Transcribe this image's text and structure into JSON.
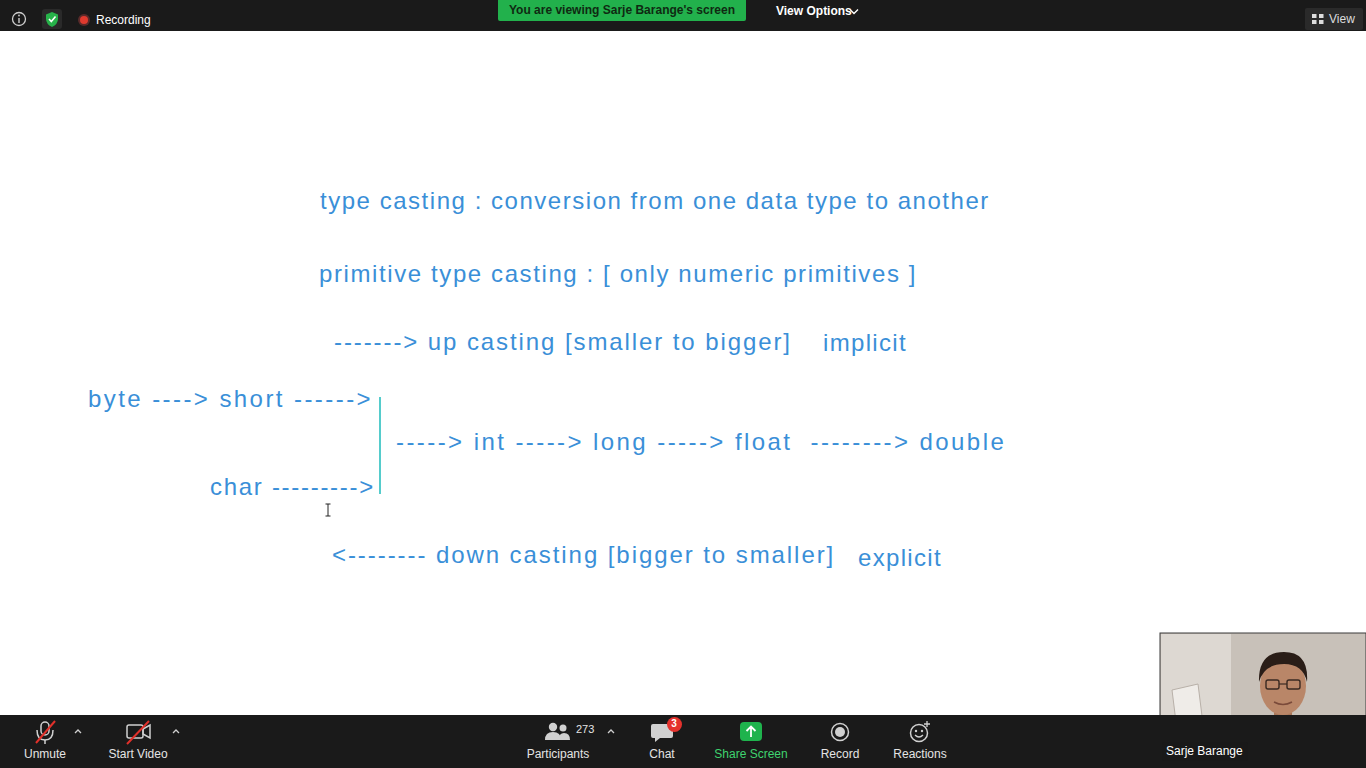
{
  "diagram": {
    "nodes": [
      {
        "text": [
          "You are viewing Sarje Barange's screen"
        ]
      },
      {
        "text": [
          "View"
        ]
      },
      {
        "text": [
          "3"
        ]
      },
      {
        "text": [
          "Sarje Barange"
        ]
      }
    ],
    "labels": [
      "Recording",
      "View Options",
      "type casting : conversion from one data type to another",
      "primitive type casting : [ only numeric primitives ]",
      "-------> up casting [smaller to bigger]",
      "implicit",
      "byte ----> short ------>",
      "-----> int -----> long -----> float  --------> double",
      "char --------->",
      "<-------- down casting [bigger to smaller]",
      "explicit",
      "Unmute",
      "Start Video",
      "273",
      "Participants",
      "Chat",
      "Share Screen",
      "Record",
      "Reactions"
    ]
  }
}
